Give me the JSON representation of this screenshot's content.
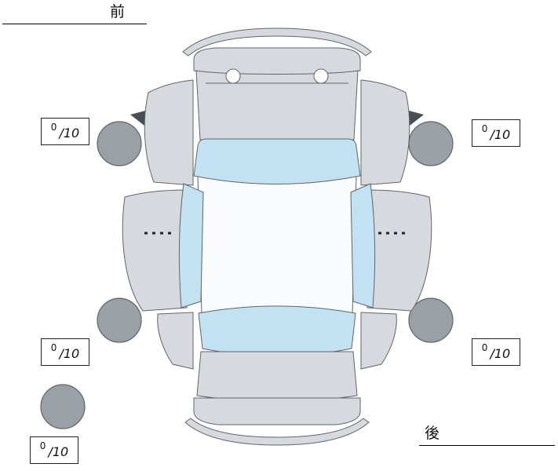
{
  "labels": {
    "front": "前",
    "rear": "後"
  },
  "tires": {
    "front_left": {
      "score": "0",
      "max": "/10"
    },
    "front_right": {
      "score": "0",
      "max": "/10"
    },
    "rear_left": {
      "score": "0",
      "max": "/10"
    },
    "rear_right": {
      "score": "0",
      "max": "/10"
    },
    "spare": {
      "score": "0",
      "max": "/10"
    }
  },
  "colors": {
    "body_fill": "#d6dade",
    "glass_fill": "#c2e1f3",
    "roof_fill": "#fafbfc",
    "tire_fill": "#99a1a7",
    "outline": "#5f6569",
    "box_border": "#222222",
    "text": "#111111"
  }
}
